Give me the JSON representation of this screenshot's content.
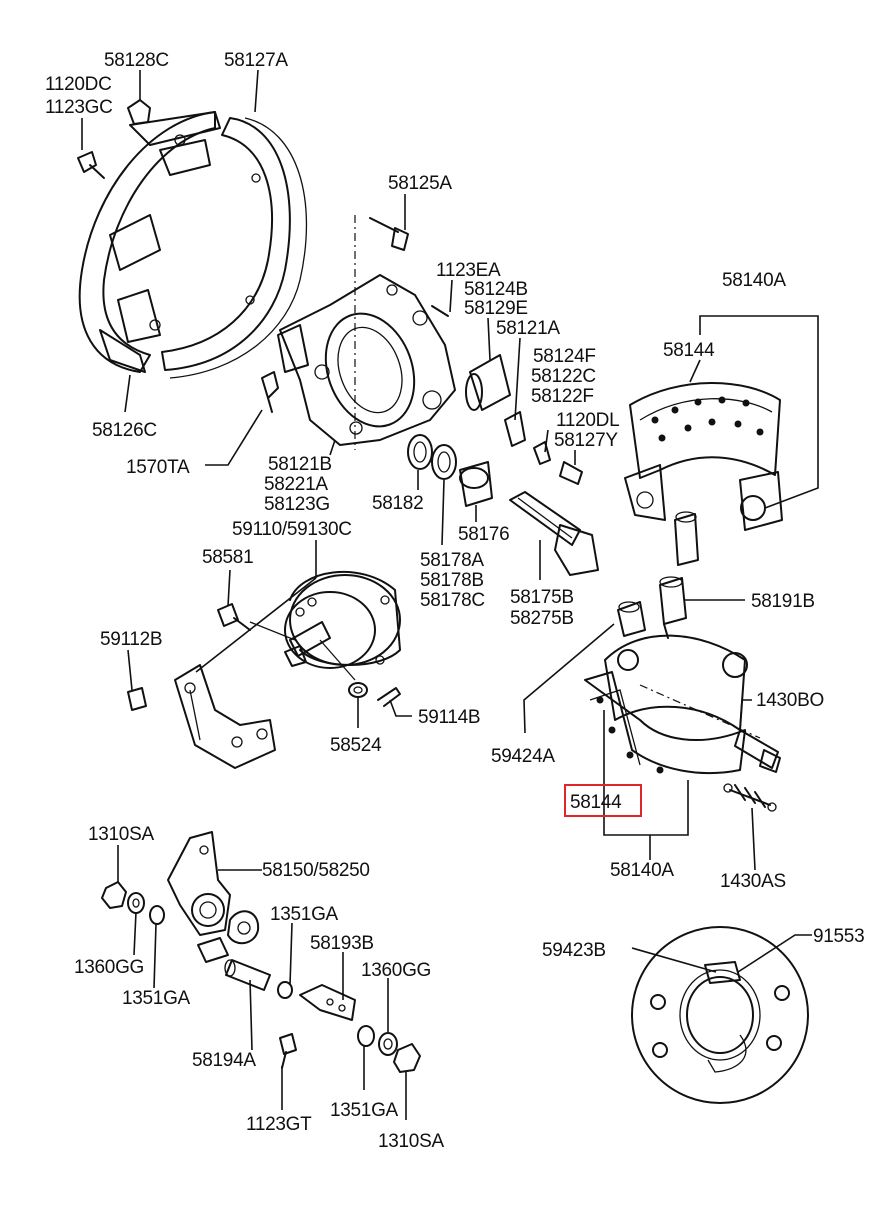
{
  "labels": [
    "58128C",
    "58127A",
    "1120DC",
    "1123GC",
    "58126C",
    "1570TA",
    "58125A",
    "1123EA",
    "58124B",
    "58129E",
    "58121A",
    "58124F",
    "58122C",
    "58122F",
    "1120DL",
    "58127Y",
    "58121B",
    "58221A",
    "58123G",
    "58182",
    "58176",
    "58178A",
    "58178B",
    "58178C",
    "58175B",
    "58275B",
    "58140A",
    "58144",
    "58191B",
    "59110/59130C",
    "58581",
    "59112B",
    "58524",
    "59114B",
    "59424A",
    "1430BO",
    "58144",
    "58140A",
    "1430AS",
    "1310SA",
    "58150/58250",
    "1360GG",
    "1351GA",
    "1351GA",
    "58193B",
    "1360GG",
    "58194A",
    "1123GT",
    "1351GA",
    "1310SA",
    "59423B",
    "91553"
  ],
  "highlight": {
    "label_index": 36,
    "color": "#e0262b"
  }
}
